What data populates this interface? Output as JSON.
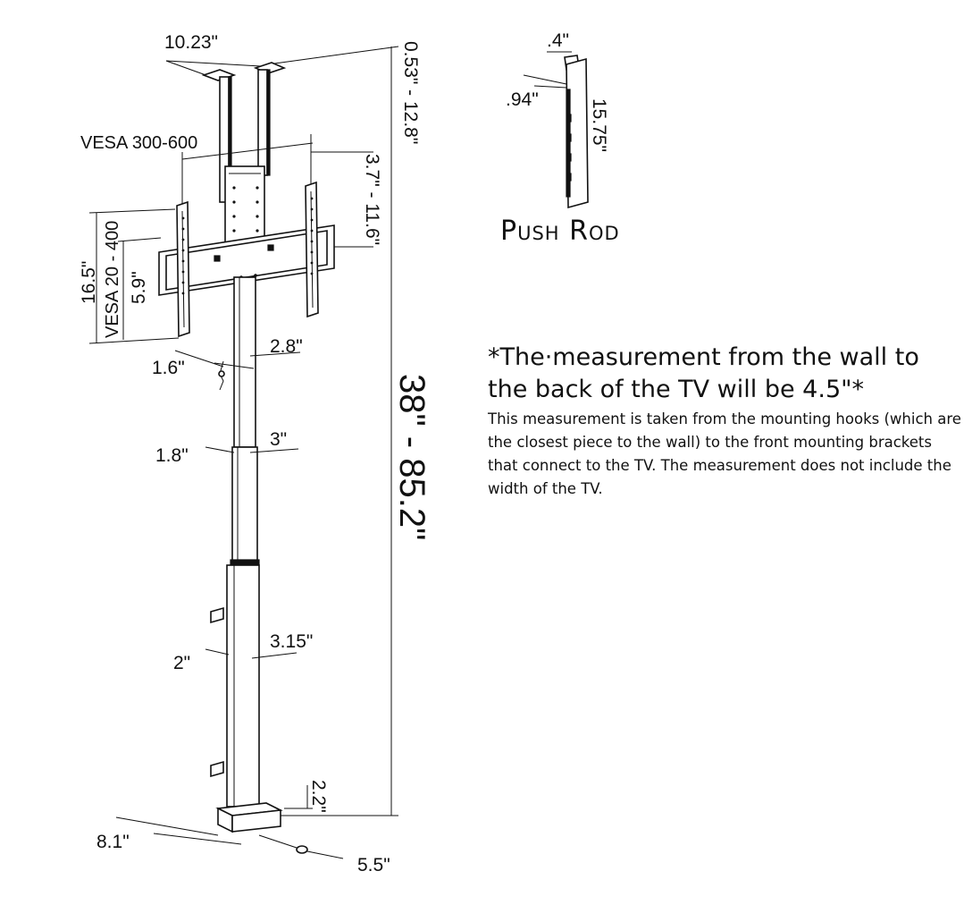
{
  "dimensions": {
    "ceiling_mount_width": "10.23\"",
    "ceiling_drop": "0.53\" - 12.8\"",
    "vesa_horizontal": "VESA 300-600",
    "bracket_adjust": "3.7\" - 11.6\"",
    "overall_height": "38\" - 85.2\"",
    "bracket_height": "16.5\"",
    "vesa_vertical": "VESA 20 - 400",
    "arm_height": "5.9\"",
    "upper_pole_width": "2.8\"",
    "upper_pole_depth": "1.6\"",
    "middle_pole_width": "3\"",
    "middle_pole_depth": "1.8\"",
    "lower_pole_width": "3.15\"",
    "lower_pole_depth": "2\"",
    "base_height": "2.2\"",
    "base_length": "8.1\"",
    "base_width": "5.5\""
  },
  "push_rod": {
    "label": "Push Rod",
    "thickness": ".4\"",
    "offset": ".94\"",
    "length": "15.75\""
  },
  "note": {
    "headline": "*The·measurement from the wall to the back of the TV will be 4.5\"*",
    "body": "This measurement is taken from the mounting hooks (which are the closest piece to the wall) to the front mounting brackets that connect to the TV. The measurement does not include the width of the TV."
  }
}
